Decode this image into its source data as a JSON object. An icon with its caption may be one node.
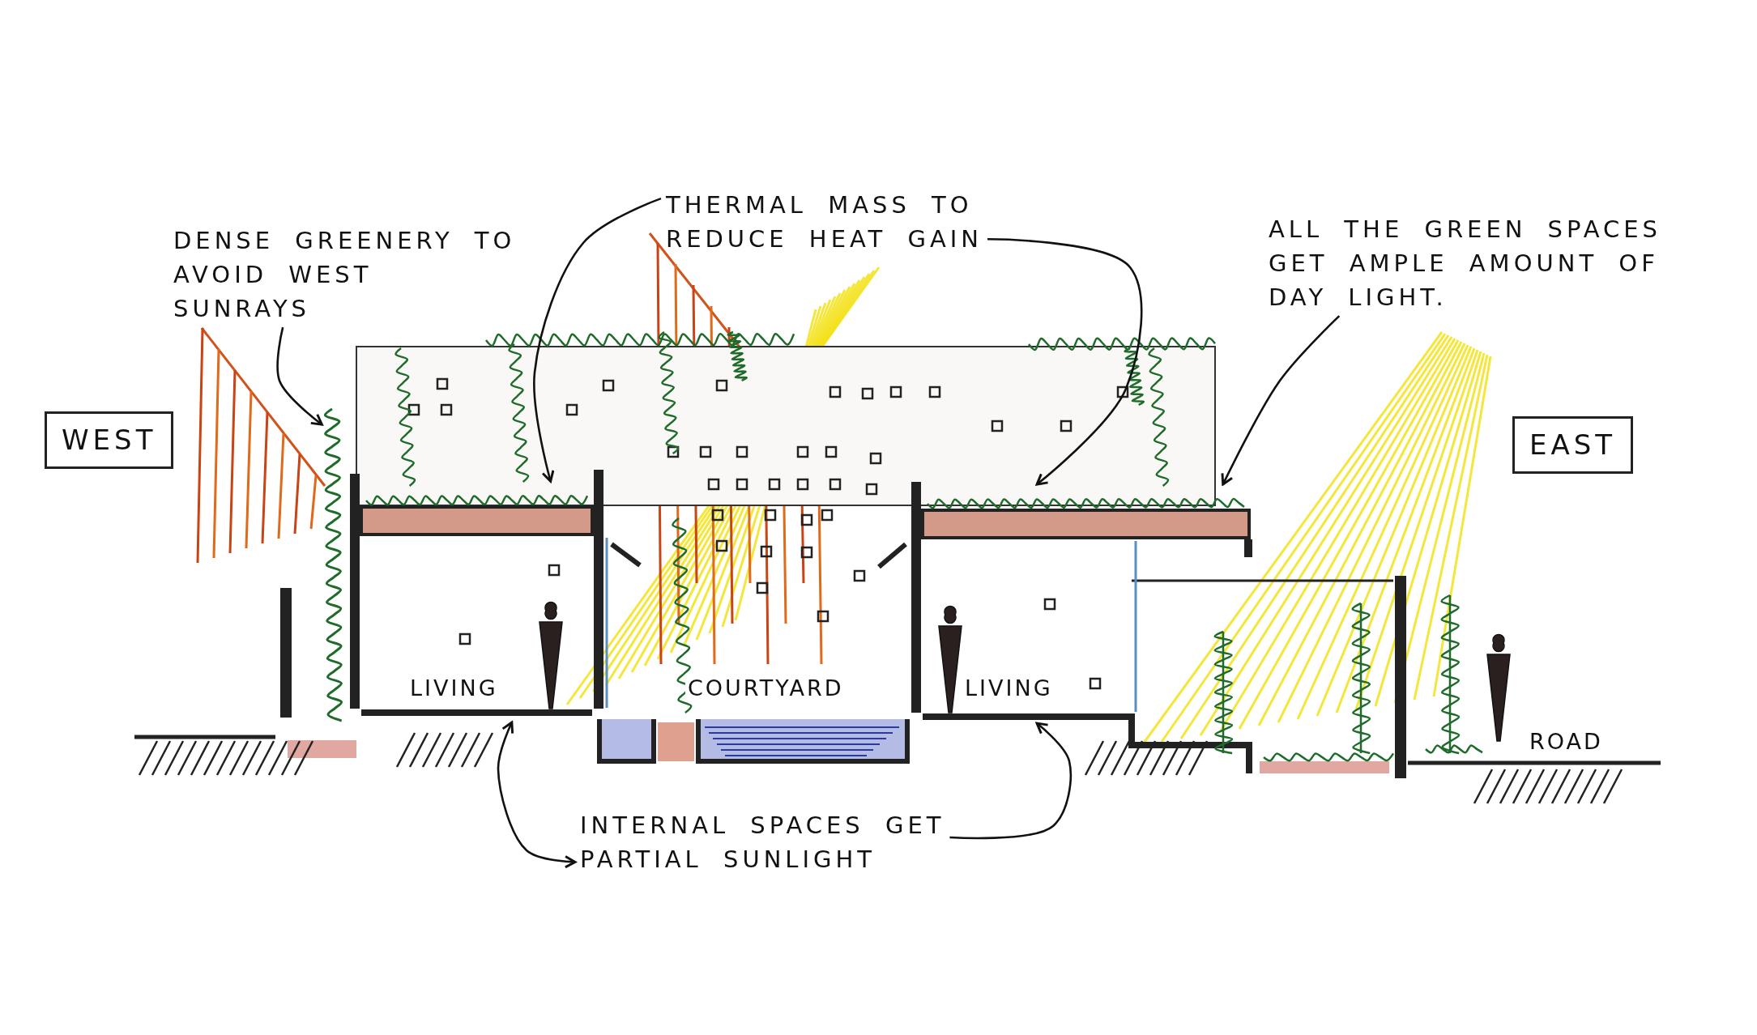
{
  "diagram": {
    "nodes": [
      {
        "text": [
          "WEST"
        ]
      },
      {
        "text": [
          "EAST"
        ]
      },
      {
        "text": [
          "DENSE GREENERY TO AVOID WEST SUNRAYS"
        ]
      },
      {
        "text": [
          "THERMAL MASS TO REDUCE HEAT GAIN"
        ]
      },
      {
        "text": [
          "ALL THE GREEN SPACES GET AMPLE AMOUNT OF DAY LIGHT."
        ]
      },
      {
        "text": [
          "INTERNAL SPACES GET PARTIAL SUNLIGHT"
        ]
      },
      {
        "text": [],
        "shape": "picture"
      },
      {
        "text": [],
        "shape": "bar"
      },
      {
        "text": [],
        "shape": "bar"
      },
      {
        "text": [
          "LIVING"
        ]
      },
      {
        "text": [
          "LIVING"
        ]
      }
    ],
    "edges": [
      {
        "from": 2,
        "to": 6,
        "arrow": "to"
      },
      {
        "from": 3,
        "to": 7,
        "arrow": "to"
      },
      {
        "from": 3,
        "to": 8,
        "arrow": "to"
      },
      {
        "from": 4,
        "to": 8,
        "arrow": "to"
      },
      {
        "from": 5,
        "to": 9,
        "arrow": "both"
      },
      {
        "from": 5,
        "to": 10,
        "arrow": "to"
      }
    ],
    "labels": [
      "COURTYARD",
      "ROAD"
    ]
  }
}
